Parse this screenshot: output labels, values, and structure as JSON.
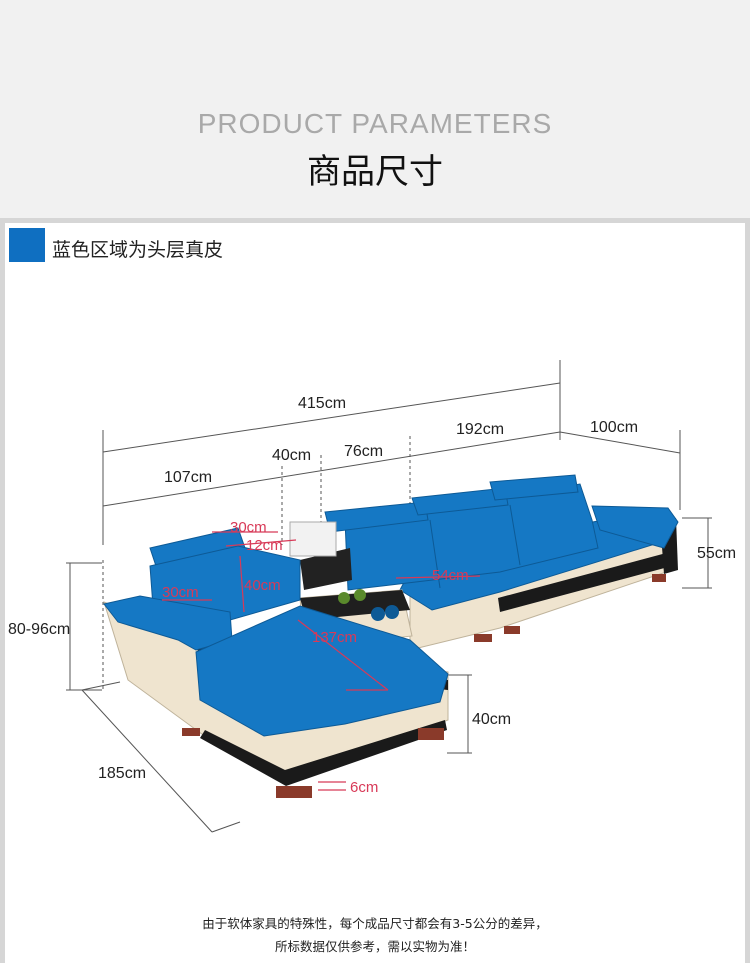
{
  "header": {
    "title_en": "PRODUCT PARAMETERS",
    "title_zh": "商品尺寸"
  },
  "legend": {
    "label": "蓝色区域为头层真皮",
    "color": "#0f6fc1"
  },
  "dimensions": {
    "total_length": "415cm",
    "left_section": "107cm",
    "table_width": "40cm",
    "middle_seat": "76cm",
    "right_section": "192cm",
    "depth": "100cm",
    "seat_height": "55cm",
    "back_height": "80-96cm",
    "chaise_depth": "185cm",
    "front_height": "40cm",
    "leg_height": "6cm",
    "headrest_width": "30cm",
    "headrest_height": "12cm",
    "backrest_height": "40cm",
    "armrest_width": "30cm",
    "chaise_length": "137cm",
    "seat_depth": "54cm"
  },
  "colors": {
    "leather_blue": "#1578c4",
    "cream": "#efe4cf",
    "trim": "#1a1a1a",
    "dimension_red": "#d83a58"
  },
  "notes": {
    "line1": "由于软体家具的特殊性，每个成品尺寸都会有3-5公分的差异，",
    "line2": "所标数据仅供参考，需以实物为准！"
  }
}
